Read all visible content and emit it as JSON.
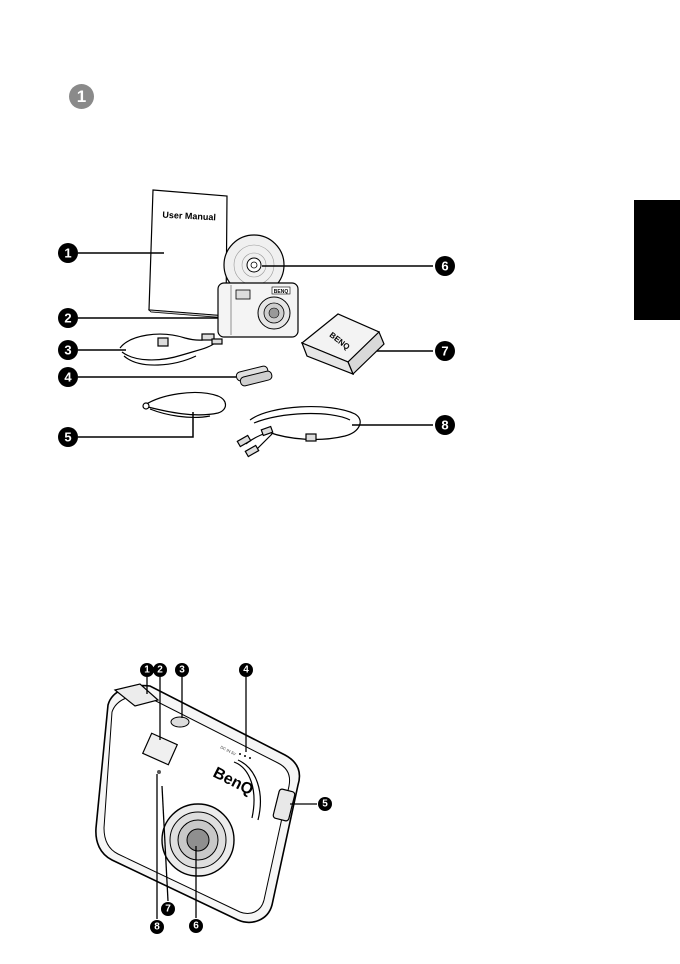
{
  "chapter": {
    "number": "1"
  },
  "package_contents": {
    "manual_title": "User Manual",
    "brand_on_pouch": "BENQ",
    "brand_on_camera": "BENQ",
    "callouts": [
      "1",
      "2",
      "3",
      "4",
      "5",
      "6",
      "7",
      "8"
    ]
  },
  "camera_front": {
    "brand": "BenQ",
    "callouts": [
      "1",
      "2",
      "3",
      "4",
      "5",
      "6",
      "7",
      "8"
    ]
  }
}
